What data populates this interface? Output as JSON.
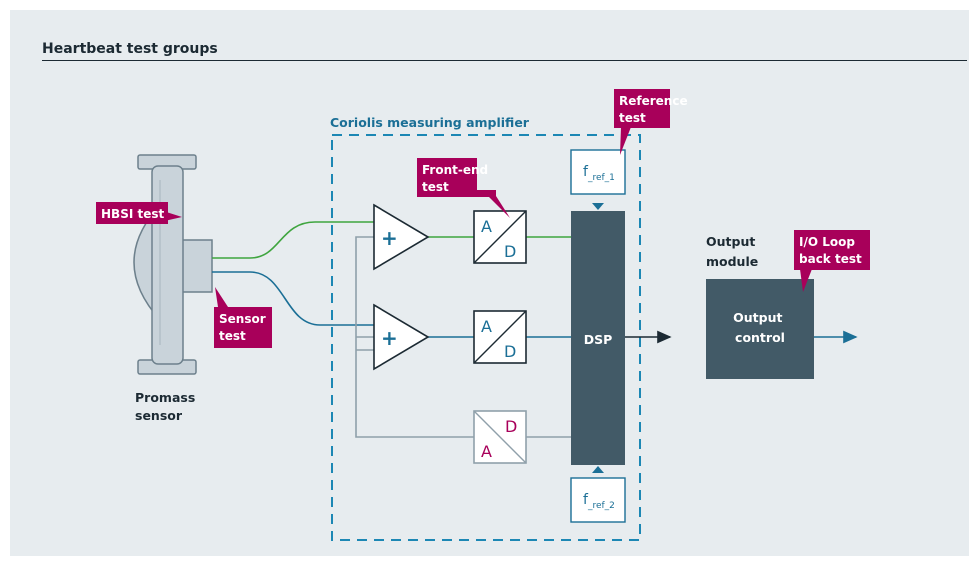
{
  "title": "Heartbeat test groups",
  "amplifier_label": "Coriolis measuring amplifier",
  "tags": {
    "reference_test": [
      "Reference",
      "test"
    ],
    "front_end_test": [
      "Front-end",
      "test"
    ],
    "hbsi_test": "HBSI test",
    "sensor_test": [
      "Sensor",
      "test"
    ],
    "io_loop_back_test": [
      "I/O Loop",
      "back test"
    ]
  },
  "sensor_label": [
    "Promass",
    "sensor"
  ],
  "converter_a": "A",
  "converter_d": "D",
  "dsp_label": "DSP",
  "output_module_label": [
    "Output",
    "module"
  ],
  "output_control_label": [
    "Output",
    "control"
  ],
  "f_ref_1": {
    "main": "f",
    "sub": "_ref_1"
  },
  "f_ref_2": {
    "main": "f",
    "sub": "_ref_2"
  },
  "plus_symbol": "+",
  "colors": {
    "magenta": "#a8005a",
    "blue": "#1b6f96",
    "green": "#3fa53f",
    "dsp": "#425a67",
    "grey": "#8fa0aa",
    "dash": "#1c87b4"
  }
}
